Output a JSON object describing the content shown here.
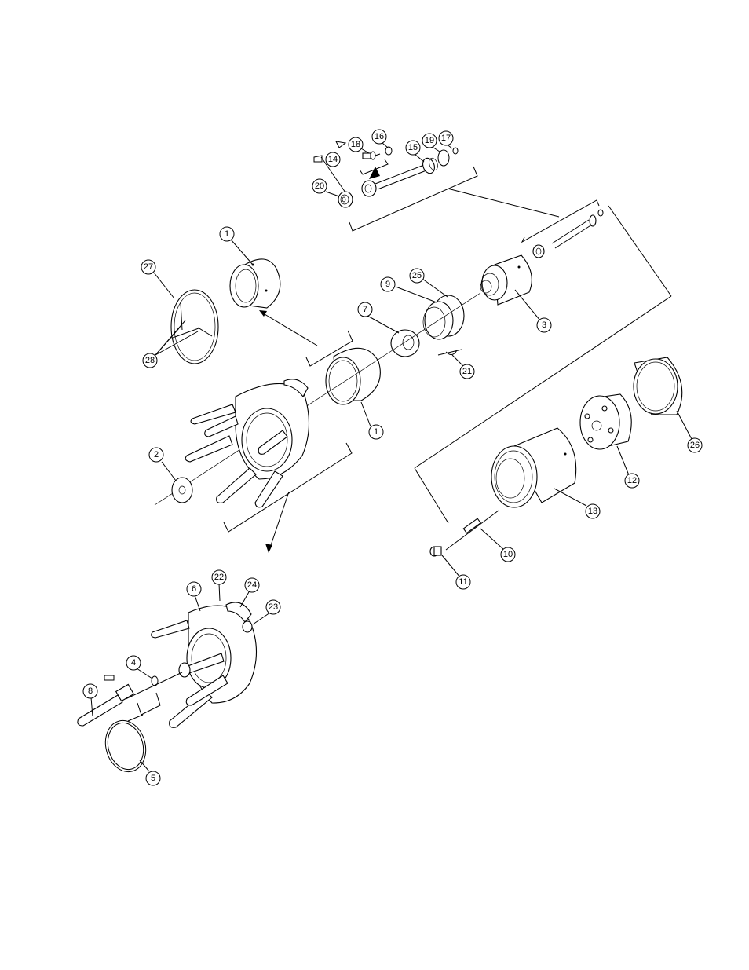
{
  "callouts": [
    {
      "id": "c1a",
      "label": "1"
    },
    {
      "id": "c1b",
      "label": "1"
    },
    {
      "id": "c2",
      "label": "2"
    },
    {
      "id": "c3",
      "label": "3"
    },
    {
      "id": "c4",
      "label": "4"
    },
    {
      "id": "c5",
      "label": "5"
    },
    {
      "id": "c6",
      "label": "6"
    },
    {
      "id": "c7",
      "label": "7"
    },
    {
      "id": "c8",
      "label": "8"
    },
    {
      "id": "c9",
      "label": "9"
    },
    {
      "id": "c10",
      "label": "10"
    },
    {
      "id": "c11",
      "label": "11"
    },
    {
      "id": "c12",
      "label": "12"
    },
    {
      "id": "c13",
      "label": "13"
    },
    {
      "id": "c14",
      "label": "14"
    },
    {
      "id": "c15",
      "label": "15"
    },
    {
      "id": "c16",
      "label": "16"
    },
    {
      "id": "c17",
      "label": "17"
    },
    {
      "id": "c18",
      "label": "18"
    },
    {
      "id": "c19",
      "label": "19"
    },
    {
      "id": "c20",
      "label": "20"
    },
    {
      "id": "c21",
      "label": "21"
    },
    {
      "id": "c22",
      "label": "22"
    },
    {
      "id": "c23",
      "label": "23"
    },
    {
      "id": "c24",
      "label": "24"
    },
    {
      "id": "c25",
      "label": "25"
    },
    {
      "id": "c26",
      "label": "26"
    },
    {
      "id": "c27",
      "label": "27"
    },
    {
      "id": "c28",
      "label": "28"
    }
  ],
  "colors": {
    "line": "#000000",
    "background": "#ffffff"
  }
}
